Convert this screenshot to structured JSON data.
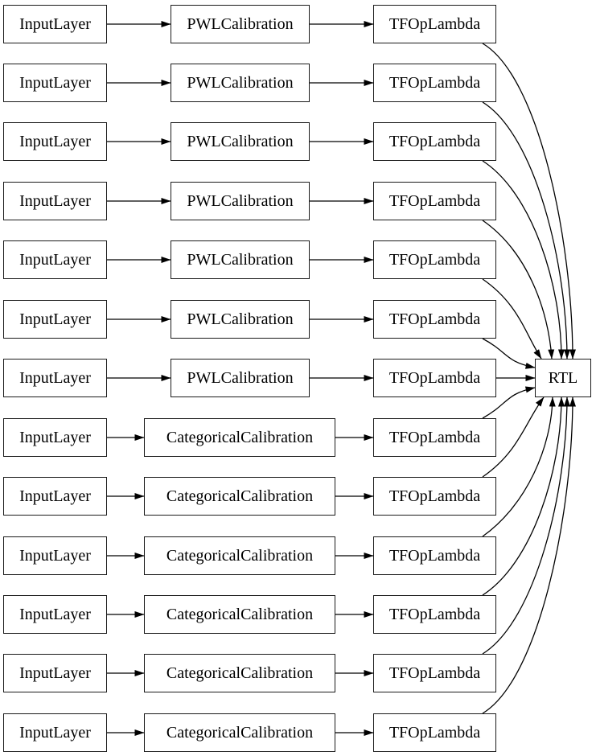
{
  "diagram": {
    "colors": {
      "background": "#ffffff",
      "node_border": "#1a1a1a",
      "edge": "#000000",
      "text": "#000000"
    },
    "rtl": {
      "label": "RTL"
    },
    "rows": [
      {
        "input": "InputLayer",
        "calibration": "PWLCalibration",
        "lambda": "TFOpLambda"
      },
      {
        "input": "InputLayer",
        "calibration": "PWLCalibration",
        "lambda": "TFOpLambda"
      },
      {
        "input": "InputLayer",
        "calibration": "PWLCalibration",
        "lambda": "TFOpLambda"
      },
      {
        "input": "InputLayer",
        "calibration": "PWLCalibration",
        "lambda": "TFOpLambda"
      },
      {
        "input": "InputLayer",
        "calibration": "PWLCalibration",
        "lambda": "TFOpLambda"
      },
      {
        "input": "InputLayer",
        "calibration": "PWLCalibration",
        "lambda": "TFOpLambda"
      },
      {
        "input": "InputLayer",
        "calibration": "PWLCalibration",
        "lambda": "TFOpLambda"
      },
      {
        "input": "InputLayer",
        "calibration": "CategoricalCalibration",
        "lambda": "TFOpLambda"
      },
      {
        "input": "InputLayer",
        "calibration": "CategoricalCalibration",
        "lambda": "TFOpLambda"
      },
      {
        "input": "InputLayer",
        "calibration": "CategoricalCalibration",
        "lambda": "TFOpLambda"
      },
      {
        "input": "InputLayer",
        "calibration": "CategoricalCalibration",
        "lambda": "TFOpLambda"
      },
      {
        "input": "InputLayer",
        "calibration": "CategoricalCalibration",
        "lambda": "TFOpLambda"
      },
      {
        "input": "InputLayer",
        "calibration": "CategoricalCalibration",
        "lambda": "TFOpLambda"
      }
    ]
  }
}
